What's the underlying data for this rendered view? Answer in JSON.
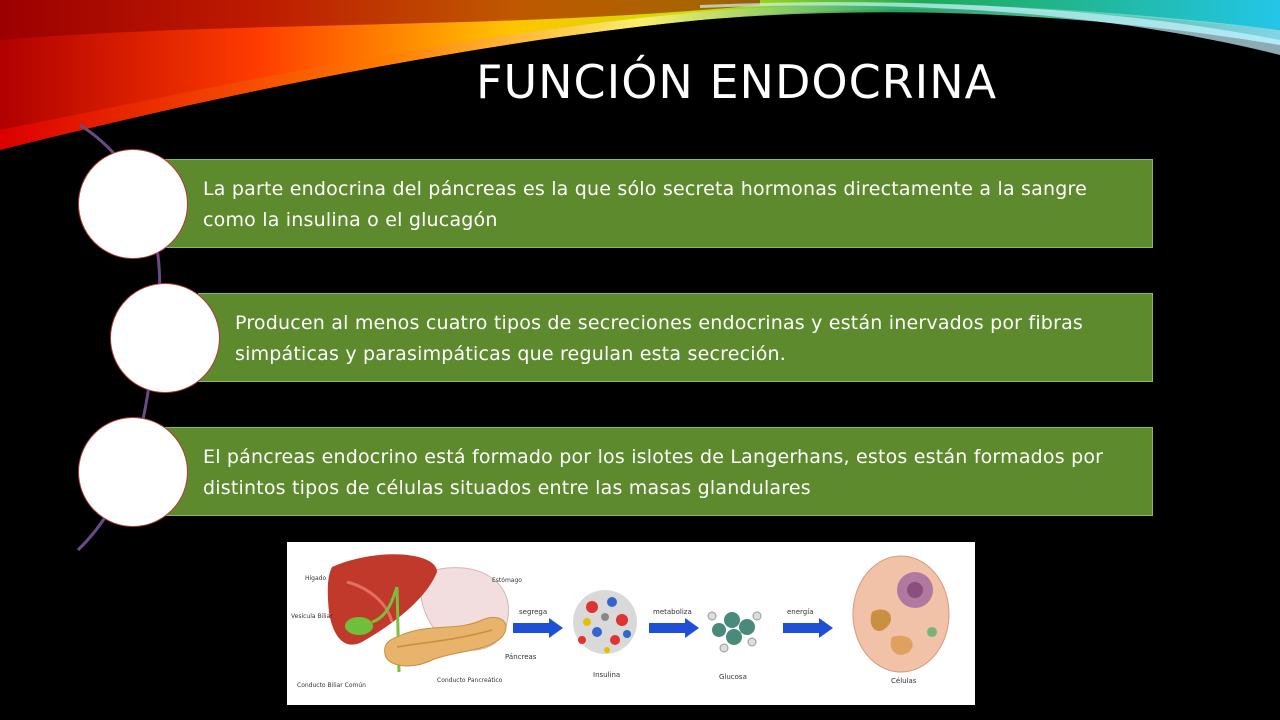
{
  "slide": {
    "title": "FUNCIÓN ENDOCRINA",
    "items": [
      {
        "text": "La parte endocrina del páncreas es la que sólo secreta hormonas directamente a la sangre como la insulina o el glucagón"
      },
      {
        "text": "Producen al menos cuatro tipos de secreciones endocrinas y están inervados por fibras simpáticas y parasimpáticas que regulan esta secreción."
      },
      {
        "text": "El páncreas endocrino está formado por los islotes de Langerhans, estos están formados por distintos tipos de células situados entre las masas glandulares"
      }
    ],
    "colors": {
      "background": "#000000",
      "box_fill": "#5e8a2e",
      "circle_border": "#b23a3a"
    }
  },
  "figure": {
    "labels": {
      "higado": "Hígado",
      "vesicula": "Vesícula Biliar",
      "conducto_biliar": "Conducto Biliar Común",
      "estomago": "Estómago",
      "pancreas": "Páncreas",
      "conducto_pancreatico": "Conducto Pancreático",
      "segrega": "segrega",
      "insulina": "Insulina",
      "metaboliza": "metaboliza",
      "glucosa": "Glucosa",
      "energia": "energía",
      "celulas": "Células"
    }
  }
}
